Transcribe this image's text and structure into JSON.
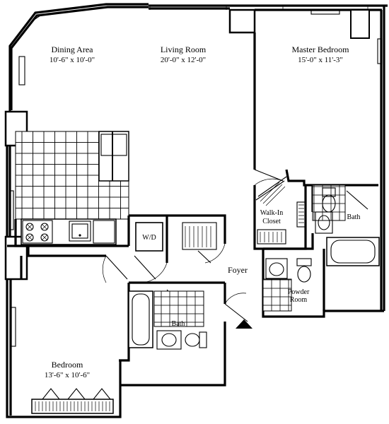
{
  "rooms": {
    "dining": {
      "name": "Dining Area",
      "dims": "10'-6\" x 10'-0\""
    },
    "living": {
      "name": "Living Room",
      "dims": "20'-0\" x 12'-0\""
    },
    "master": {
      "name": "Master Bedroom",
      "dims": "15'-0\" x 11'-3\""
    },
    "bedroom": {
      "name": "Bedroom",
      "dims": "13'-6\" x 10'-6\""
    },
    "walkin": {
      "line1": "Walk-In",
      "line2": "Closet"
    },
    "bath_master": {
      "name": "Bath"
    },
    "bath_main": {
      "name": "Bath"
    },
    "washer_dryer": {
      "name": "W/D"
    },
    "foyer": {
      "name": "Foyer"
    },
    "powder": {
      "line1": "Powder",
      "line2": "Room"
    }
  }
}
